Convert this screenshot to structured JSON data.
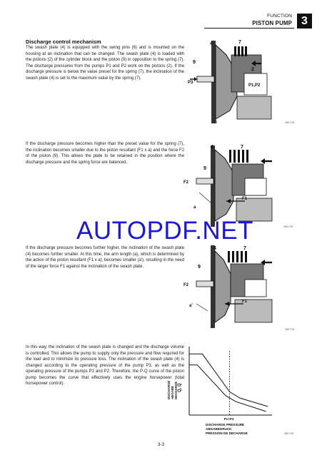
{
  "header": {
    "section": "FUNCTION",
    "title": "PISTON PUMP",
    "chapter": "3"
  },
  "section_heading": "Discharge control mechanism",
  "paragraphs": [
    "The swash plate (4) is equipped with the swing pins (6) and is mounted on the housing at an inclination that can be changed. The swash plate (4) is loaded with the pistons (2) of the cylinder block and the piston (9) in opposition to the spring (7). The discharge pressures from the pumps P1 and P2 work on the pistons (2). If the discharge pressure is below the value preset for the spring (7), the inclination of the swash plate (4) is set to the maximum value by the spring (7).",
    "If the discharge pressure becomes higher than the preset value for the spring (7), the inclination becomes smaller due to the piston resultant (F1 x a) and the force F2 of the piston (9). This allows the plate to be retained in the position where the discharge pressure and the spring force are balanced.",
    "If the discharge pressure becomes further higher, the inclination of the swash plate (4) becomes further smaller. At this time, the arm length (a), which is determined by the action of the piston resultant (F1 x a), becomes smaller (a'), resulting in the need of the larger force F1 against the inclination of the swash plate.",
    "In this way, the inclination of the swash plate is changed and the discharge volume is controlled. This allows the pump to supply only the pressure and flow required for the load and to minimize its pressure loss. The inclination of the swash plate (4) is changed according to the operating pressure of the pump P3, as well as the operating pressure of the pumps P1 and P2. Therefore, the P-Q curve of the piston pump becomes the curve that effectively uses the engine horsepower (total horsepower control)."
  ],
  "figure1": {
    "labels": [
      "9",
      "4",
      "7",
      "2",
      "P3",
      "P1,P2",
      "6"
    ],
    "code": "3SE-F32"
  },
  "figure2": {
    "labels": [
      "4",
      "7",
      "9",
      "F2",
      "a",
      "F1"
    ],
    "code": "3SE-F32"
  },
  "figure3": {
    "labels": [
      "4",
      "7",
      "9",
      "F2",
      "a'",
      "F1"
    ],
    "code": "3SE-F32"
  },
  "chart_data": {
    "type": "line",
    "title": "",
    "ylabel": [
      "DISCHARGE",
      "ABGABE",
      "DECHARGE",
      "Q, Q"
    ],
    "xlabel": [
      "DISCHARGE PRESSURE",
      "ABGABEDRUCK",
      "PRESSION DE DECHARGE"
    ],
    "x_tick": "P1+P2",
    "series": [
      {
        "x": [
          0,
          1.3,
          4.0,
          5.0,
          7.8
        ],
        "y": [
          1.0,
          1.0,
          0.38,
          0.28,
          0.14
        ]
      },
      {
        "x": [
          0,
          0.8,
          3.6,
          4.6,
          7.6
        ],
        "y": [
          0.82,
          0.82,
          0.32,
          0.22,
          0.06
        ]
      }
    ],
    "markers": [
      4.0
    ],
    "xlim": [
      0,
      8.2
    ],
    "ylim": [
      0,
      1.12
    ],
    "code": "3SE-F32"
  },
  "watermark": "AUTOPDF.NET",
  "page_number": "3-3"
}
